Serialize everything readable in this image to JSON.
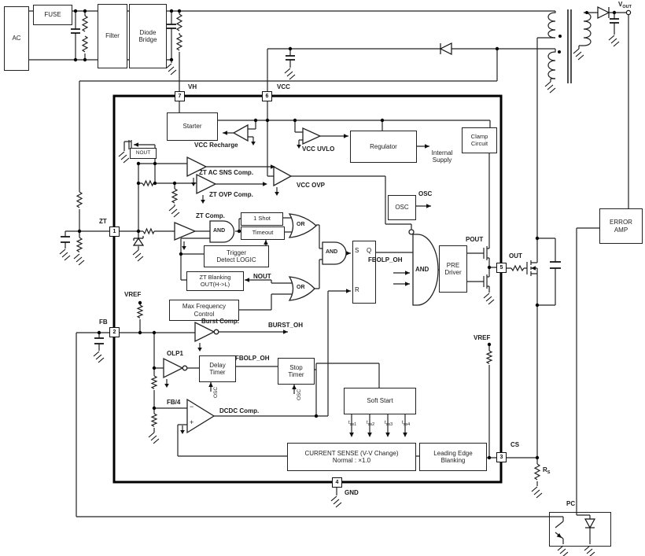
{
  "blocks": {
    "ac": "AC",
    "fuse": "FUSE",
    "filter": "Filter",
    "bridge": [
      "Diode",
      "Bridge"
    ],
    "starter": "Starter",
    "regulator": "Regulator",
    "clamp": [
      "Clamp",
      "Circuit"
    ],
    "osc_box": "OSC",
    "one_shot": "1 Shot",
    "timeout": "Timeout",
    "trigger": [
      "Trigger",
      "Detect LOGIC"
    ],
    "zt_blanking": [
      "ZT Blanking",
      "OUT(H->L)"
    ],
    "max_freq": [
      "Max Frequency",
      "Control"
    ],
    "delay_timer": [
      "Delay",
      "Timer"
    ],
    "stop_timer": [
      "Stop",
      "Timer"
    ],
    "soft_start": "Soft Start",
    "current_sense": [
      "CURRENT SENSE (V-V Change)",
      "Normal : ×1.0"
    ],
    "leb": [
      "Leading Edge",
      "Blanking"
    ],
    "pre_driver": [
      "PRE",
      "Driver"
    ],
    "error_amp": [
      "ERROR",
      "AMP"
    ],
    "internal_supply": [
      "Internal",
      "Supply"
    ],
    "nout_box": "NOUT",
    "pc": "PC"
  },
  "pins": {
    "vh": {
      "n": "7",
      "name": "VH"
    },
    "vcc": {
      "n": "6",
      "name": "VCC"
    },
    "zt": {
      "n": "1",
      "name": "ZT"
    },
    "fb": {
      "n": "2",
      "name": "FB"
    },
    "out": {
      "n": "5",
      "name": "OUT"
    },
    "cs": {
      "n": "3",
      "name": "CS"
    },
    "gnd": {
      "n": "4",
      "name": "GND"
    }
  },
  "signals": {
    "vcc_recharge": "VCC Recharge",
    "vcc_uvlo": "VCC UVLO",
    "zt_ac_sns": "ZT AC SNS Comp.",
    "zt_ovp": "ZT OVP Comp.",
    "zt_comp": "ZT Comp.",
    "vcc_ovp": "VCC OVP",
    "osc_out": "OSC",
    "pout": "POUT",
    "fbolp_oh": "FBOLP_OH",
    "burst_comp": "Burst Comp.",
    "burst_oh": "BURST_OH",
    "olp1": "OLP1",
    "vref": "VREF",
    "fb4": "FB/4",
    "dcdc": "DCDC Comp.",
    "nout": "NOUT",
    "osc_small": "OSC",
    "plus": "+",
    "minus": "−"
  },
  "gates": {
    "and": "AND",
    "or": "OR",
    "s": "S",
    "q": "Q",
    "r": "R"
  },
  "subs": {
    "vout": {
      "m": "V",
      "s": "OUT"
    },
    "rs": {
      "m": "R",
      "s": "S"
    },
    "tss1": {
      "m": "t",
      "s": "ss1"
    },
    "tss2": {
      "m": "t",
      "s": "ss2"
    },
    "tss3": {
      "m": "t",
      "s": "ss3"
    },
    "tss4": {
      "m": "t",
      "s": "ss4"
    }
  }
}
